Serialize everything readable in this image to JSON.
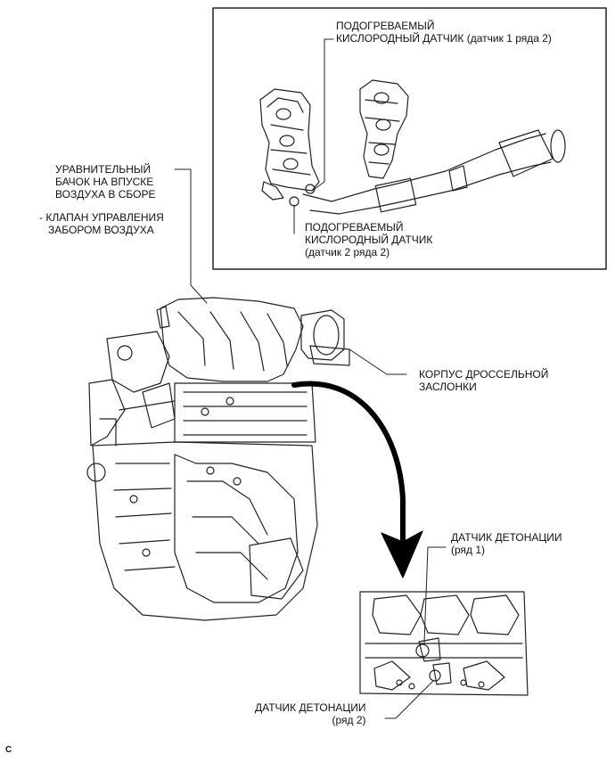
{
  "labels": {
    "o2_sensor_1_2": {
      "line1": "ПОДОГРЕВАЕМЫЙ",
      "line2": "КИСЛОРОДНЫЙ ДАТЧИК (датчик 1 ряда 2)"
    },
    "o2_sensor_2_2": {
      "line1": "ПОДОГРЕВАЕМЫЙ",
      "line2": "КИСЛОРОДНЫЙ ДАТЧИК",
      "line3": "(датчик 2 ряда 2)"
    },
    "intake_surge_tank": {
      "line1": "УРАВНИТЕЛЬНЫЙ",
      "line2": "БАЧОК НА ВПУСКЕ",
      "line3": "ВОЗДУХА В СБОРЕ"
    },
    "air_control_valve": {
      "line1": "- КЛАПАН УПРАВЛЕНИЯ",
      "line2": "ЗАБОРОМ ВОЗДУХА"
    },
    "throttle_body": {
      "line1": "КОРПУС ДРОССЕЛЬНОЙ",
      "line2": "ЗАСЛОНКИ"
    },
    "knock_sensor_1": {
      "line1": "ДАТЧИК ДЕТОНАЦИИ",
      "line2": "(ряд 1)"
    },
    "knock_sensor_2": {
      "line1": "ДАТЧИК ДЕТОНАЦИИ",
      "line2": "(ряд 2)"
    }
  },
  "figure_code": "C"
}
